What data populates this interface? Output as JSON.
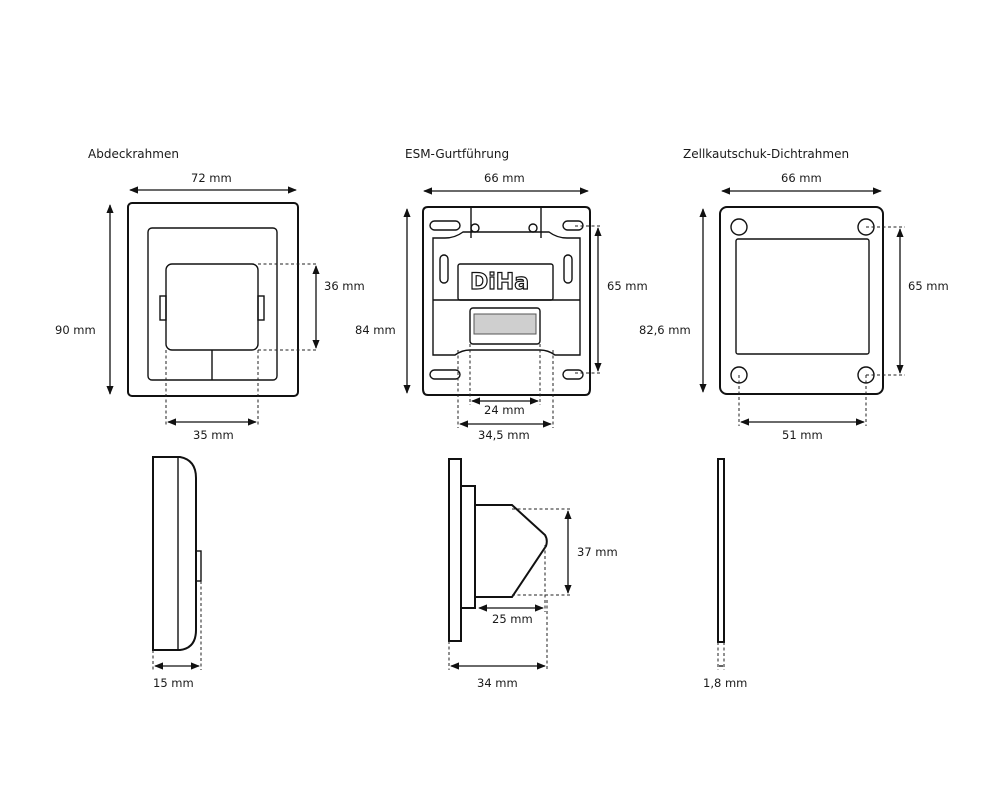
{
  "titles": {
    "frame": "Abdeckrahmen",
    "guide": "ESM-Gurtführung",
    "seal": "Zellkautschuk-Dichtrahmen"
  },
  "dims": {
    "frame_width": "72 mm",
    "frame_height": "90 mm",
    "frame_inner_height": "36 mm",
    "frame_inner_width": "35 mm",
    "frame_depth": "15 mm",
    "guide_width": "66 mm",
    "guide_height": "84 mm",
    "guide_hole_spacing": "65 mm",
    "guide_opening_width": "24 mm",
    "guide_opening_outer": "34,5 mm",
    "guide_depth_body": "37 mm",
    "guide_protrusion": "25 mm",
    "guide_depth": "34 mm",
    "seal_width": "66 mm",
    "seal_height": "82,6 mm",
    "seal_hole_spacing_v": "65 mm",
    "seal_hole_spacing_h": "51 mm",
    "seal_thickness": "1,8 mm"
  },
  "logo": "DiHa"
}
